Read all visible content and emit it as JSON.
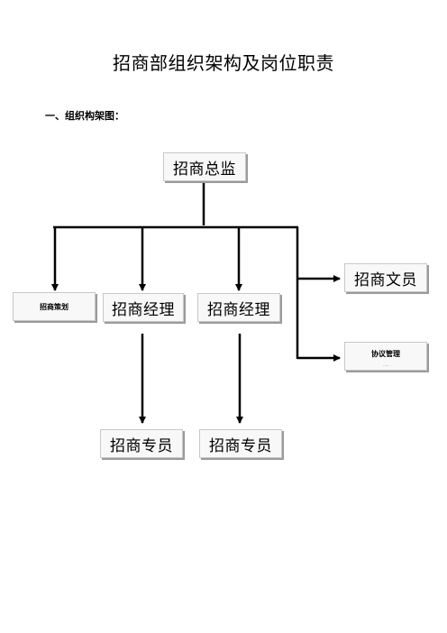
{
  "document": {
    "title": "招商部组织架构及岗位职责",
    "section_heading": "一、组织构架图："
  },
  "org_chart": {
    "top": "招商总监",
    "planning": "招商策划",
    "manager_1": "招商经理",
    "manager_2": "招商经理",
    "clerk": "招商文员",
    "agreement": "协议管理",
    "agreement_sub": "·    ···",
    "specialist_1": "招商专员",
    "specialist_2": "招商专员"
  }
}
